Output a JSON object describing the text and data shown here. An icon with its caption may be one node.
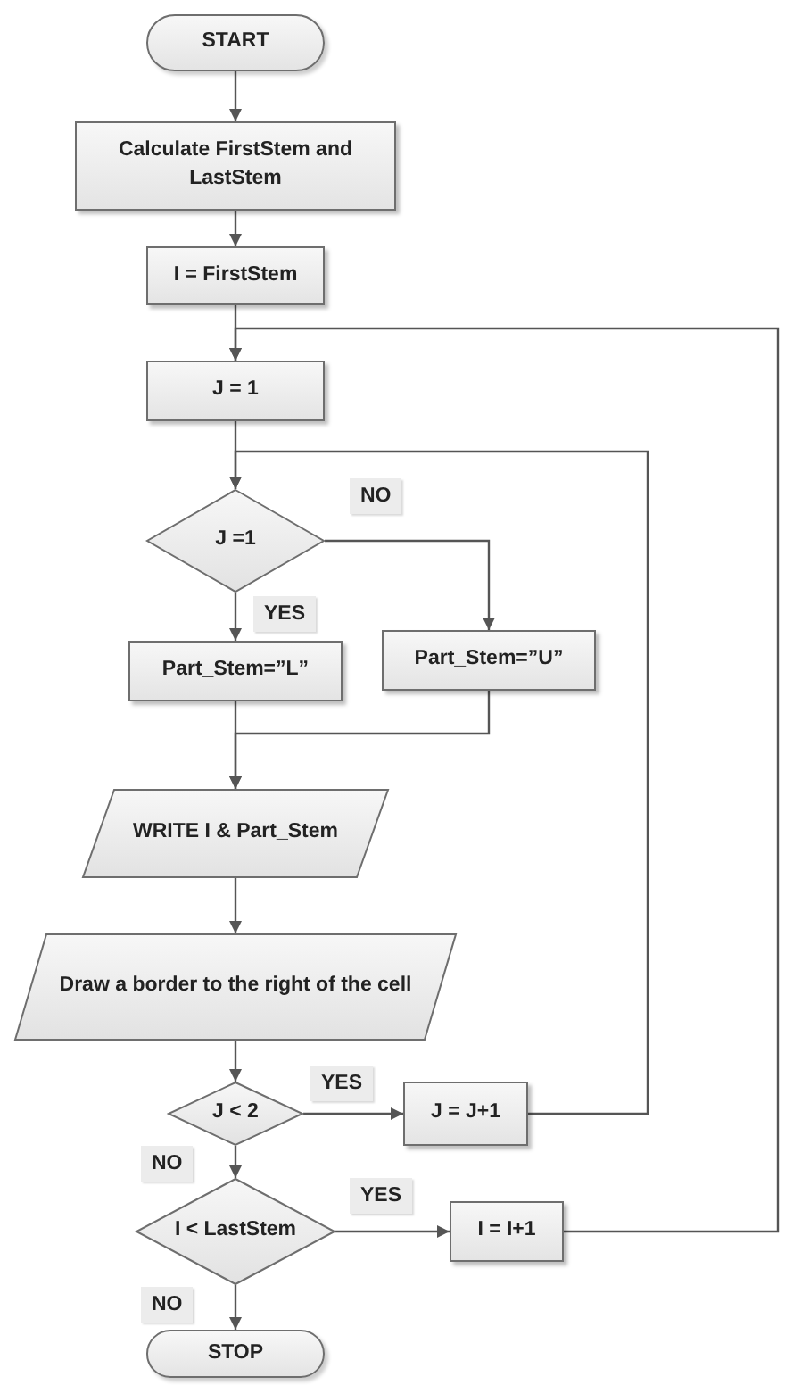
{
  "diagram": {
    "nodes": [
      {
        "text": [
          "START"
        ]
      },
      {
        "text": [
          "Calculate FirstStem and LastStem"
        ]
      },
      {
        "text": [
          "I = FirstStem"
        ]
      },
      {
        "text": [
          "J = 1"
        ]
      },
      {
        "text": [
          "J =1"
        ]
      },
      {
        "text": [
          "Part_Stem=”L”"
        ]
      },
      {
        "text": [
          "Part_Stem=”U”"
        ]
      },
      {
        "text": [
          "WRITE I & Part_Stem"
        ]
      },
      {
        "text": [
          "Draw a border to the right of the cell"
        ]
      },
      {
        "text": [
          "J < 2"
        ]
      },
      {
        "text": [
          "J = J+1"
        ]
      },
      {
        "text": [
          "I < LastStem"
        ]
      },
      {
        "text": [
          "I = I+1"
        ]
      },
      {
        "text": [
          "STOP"
        ]
      }
    ],
    "edges": [
      {
        "from": 0,
        "to": 1,
        "arrow": "to"
      },
      {
        "from": 1,
        "to": 2,
        "arrow": "to"
      },
      {
        "from": 2,
        "to": 3,
        "arrow": "to"
      },
      {
        "from": 3,
        "to": 4,
        "arrow": "to"
      },
      {
        "from": 4,
        "to": 5,
        "arrow": "to",
        "label": "YES"
      },
      {
        "from": 4,
        "to": 6,
        "arrow": "to",
        "label": "NO"
      },
      {
        "from": 5,
        "to": 7,
        "arrow": "to"
      },
      {
        "from": 6,
        "to": 7,
        "arrow": "to"
      },
      {
        "from": 7,
        "to": 8,
        "arrow": "to"
      },
      {
        "from": 8,
        "to": 9,
        "arrow": "to"
      },
      {
        "from": 9,
        "to": 10,
        "arrow": "to",
        "label": "YES"
      },
      {
        "from": 9,
        "to": 11,
        "arrow": "to",
        "label": "NO"
      },
      {
        "from": 11,
        "to": 12,
        "arrow": "to",
        "label": "YES"
      },
      {
        "from": 11,
        "to": 13,
        "arrow": "to",
        "label": "NO"
      },
      {
        "from": 10,
        "to": 4,
        "arrow": "to"
      },
      {
        "from": 12,
        "to": 3,
        "arrow": "to"
      }
    ]
  }
}
